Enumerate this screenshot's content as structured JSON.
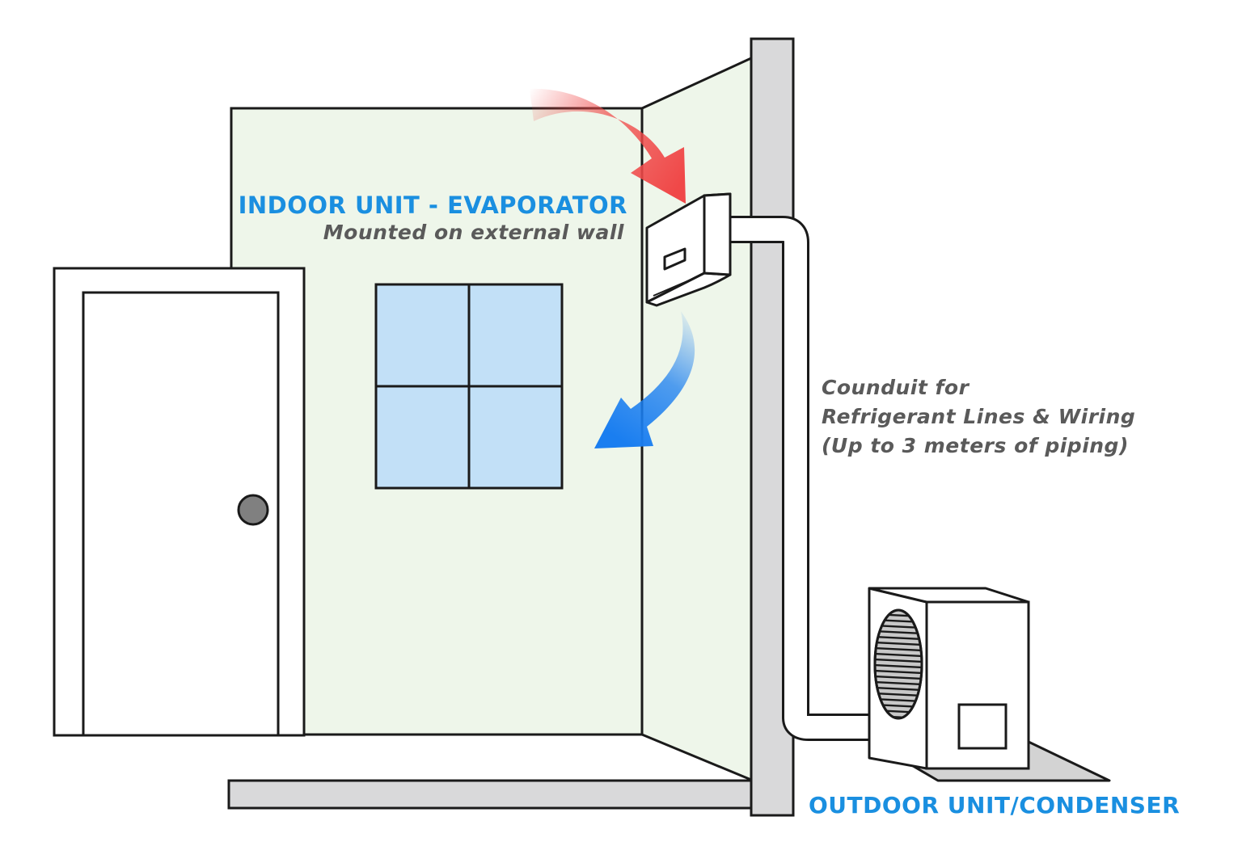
{
  "labels": {
    "indoor_unit_title": "INDOOR UNIT - EVAPORATOR",
    "indoor_unit_subtitle": "Mounted on external wall",
    "conduit_line1": "Counduit for",
    "conduit_line2": "Refrigerant Lines & Wiring",
    "conduit_line3": "(Up to 3 meters of piping)",
    "outdoor_unit_title": "OUTDOOR UNIT/CONDENSER"
  },
  "colors": {
    "label_blue": "#1a8fe0",
    "label_gray": "#5a5a5a",
    "wall_green": "#eef6ea",
    "window_blue": "#c2e0f7",
    "structure_gray": "#d9d9da",
    "warm_air": "#f04848",
    "cool_air": "#1a7ef0",
    "outline": "#1a1a1a"
  },
  "icons": {
    "warm_air": "warm-air-arrow-icon",
    "cool_air": "cool-air-arrow-icon",
    "fan": "fan-grille-icon",
    "door_knob": "door-knob-icon"
  }
}
